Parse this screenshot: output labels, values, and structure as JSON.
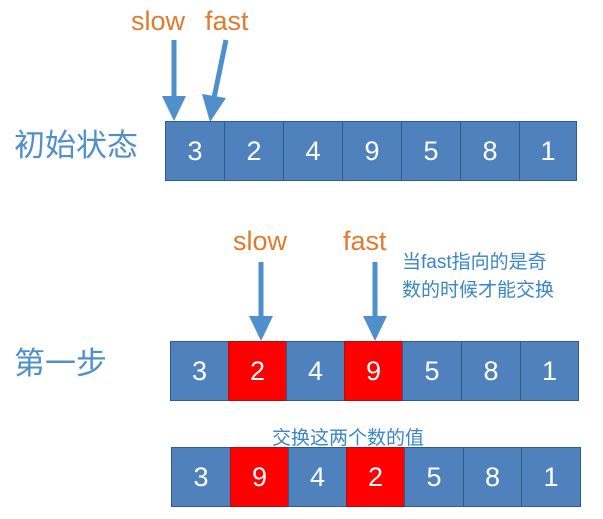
{
  "colors": {
    "cell": "#4F81BD",
    "highlight": "#FF0000",
    "pointer_label": "#E07A2E",
    "arrow": "#4F8FCB",
    "step_label": "#4F8FCB",
    "note": "#3A86C8"
  },
  "rows": {
    "initial": {
      "label": "初始状态",
      "values": [
        "3",
        "2",
        "4",
        "9",
        "5",
        "8",
        "1"
      ],
      "highlight": []
    },
    "step1": {
      "label": "第一步",
      "values": [
        "3",
        "2",
        "4",
        "9",
        "5",
        "8",
        "1"
      ],
      "highlight": [
        1,
        3
      ]
    },
    "swapped": {
      "values": [
        "3",
        "9",
        "4",
        "2",
        "5",
        "8",
        "1"
      ],
      "highlight": [
        1,
        3
      ]
    }
  },
  "pointers": {
    "slow": "slow",
    "fast": "fast"
  },
  "notes": {
    "fast_odd_line1": "当fast指向的是奇",
    "fast_odd_line2": "数的时候才能交换",
    "swap": "交换这两个数的值"
  }
}
